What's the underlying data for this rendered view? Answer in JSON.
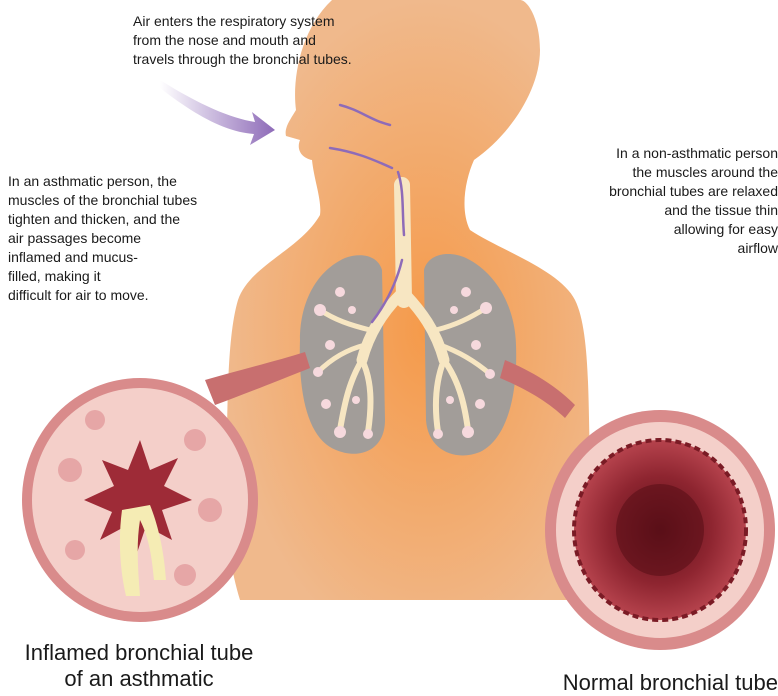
{
  "annotations": {
    "air_intake": "Air enters the respiratory system\nfrom the nose and mouth and\ntravels through the bronchial tubes.",
    "asthmatic": "In an asthmatic person, the\nmuscles of the bronchial tubes\ntighten and thicken, and the\nair passages become\ninflamed and mucus-\nfilled, making it\ndifficult for air to move.",
    "non_asthmatic": "In a non-asthmatic person\nthe muscles around the\nbronchial tubes are relaxed\nand the tissue thin\nallowing for easy\nairflow"
  },
  "captions": {
    "inflamed": "Inflamed bronchial tube\nof an asthmatic",
    "normal": "Normal bronchial tube"
  },
  "colors": {
    "body": "#f0b98c",
    "body_glow": "#f59a4a",
    "lung": "#a29d99",
    "bronchi": "#f7e6c2",
    "alveoli": "#f6d9dd",
    "airflow": "#8e6bb8",
    "tube_outer": "#d98b8b",
    "tube_inner": "#9e2b37",
    "tissue": "#f4cfc9",
    "mucus": "#f5ecb4"
  }
}
